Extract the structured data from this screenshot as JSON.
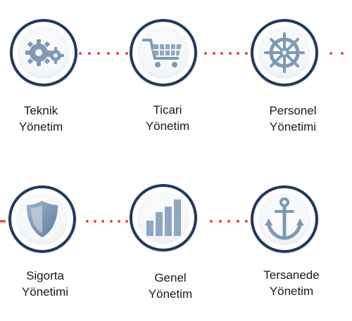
{
  "nodes": [
    {
      "id": "teknik",
      "icon": "gears-icon",
      "line1": "Teknik",
      "line2": "Yönetim"
    },
    {
      "id": "ticari",
      "icon": "shopping-cart-icon",
      "line1": "Ticari",
      "line2": "Yönetim"
    },
    {
      "id": "personel",
      "icon": "ship-wheel-icon",
      "line1": "Personel",
      "line2": "Yönetimi"
    },
    {
      "id": "sigorta",
      "icon": "shield-icon",
      "line1": "Sigorta",
      "line2": "Yönetimi"
    },
    {
      "id": "genel",
      "icon": "bar-chart-icon",
      "line1": "Genel",
      "line2": "Yönetim"
    },
    {
      "id": "tersanede",
      "icon": "anchor-icon",
      "line1": "Tersanede",
      "line2": "Yönetim"
    }
  ],
  "colors": {
    "ring": "#1f3a5c",
    "connector": "#e04a3f",
    "icon": "#6f8aa8"
  }
}
